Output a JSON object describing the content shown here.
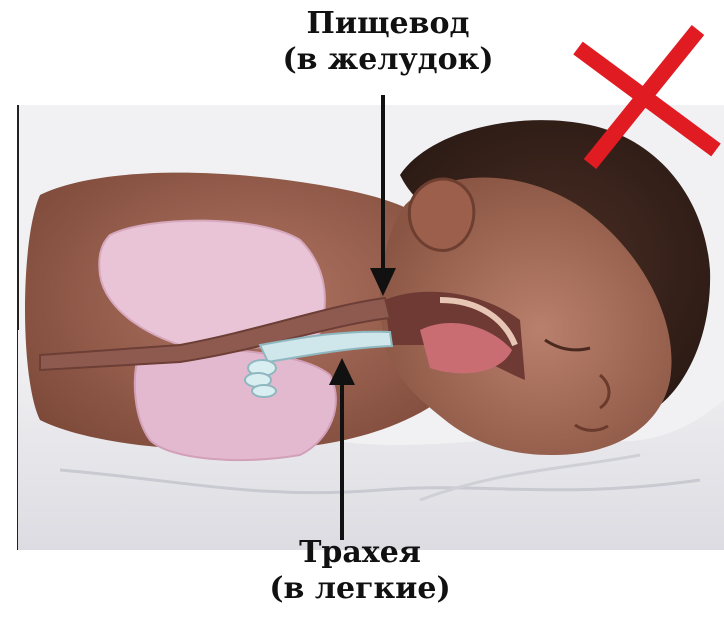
{
  "labels": {
    "esophagus_line1": "Пищевод",
    "esophagus_line2": "(в желудок)",
    "trachea_line1": "Трахея",
    "trachea_line2": "(в легкие)"
  },
  "icons": {
    "incorrect_mark": "red-cross-icon"
  },
  "colors": {
    "cross": "#e11b22",
    "arrow": "#111111",
    "skin": "#8b5a4a",
    "lung": "#e6bfd3"
  }
}
